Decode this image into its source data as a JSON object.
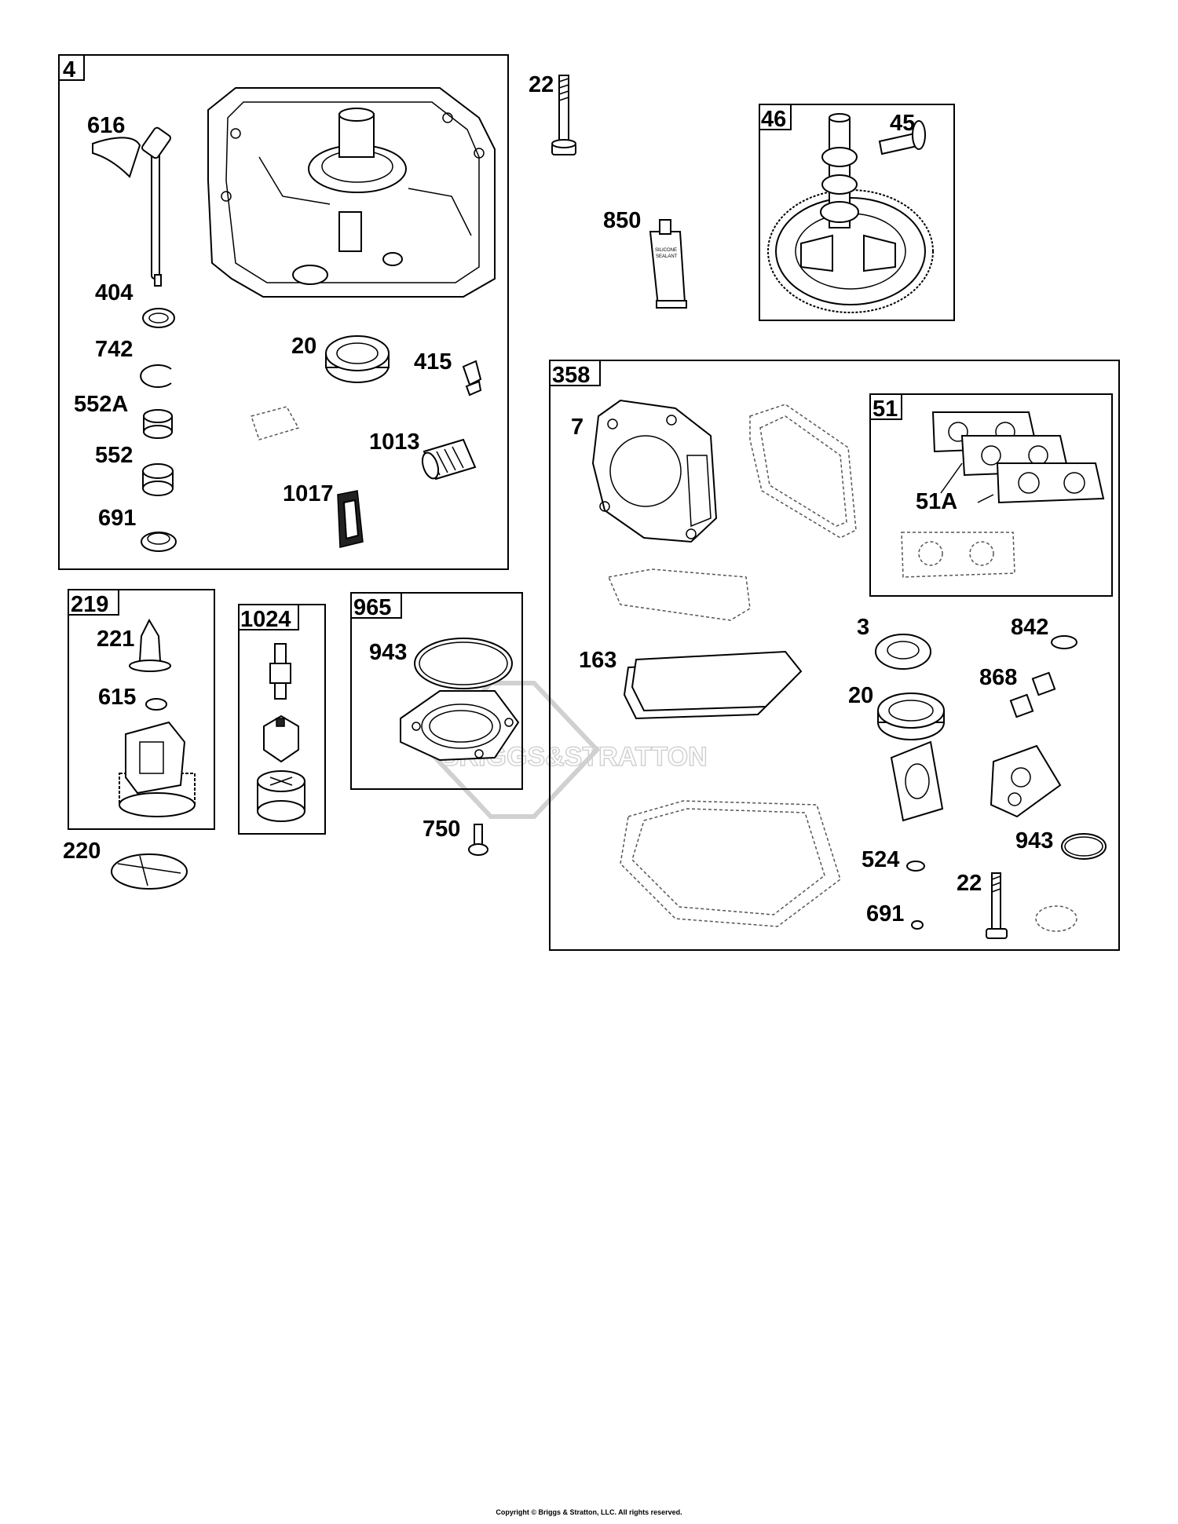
{
  "groups": {
    "g4": "4",
    "g46": "46",
    "g219": "219",
    "g1024": "1024",
    "g965": "965",
    "g358": "358",
    "g51": "51"
  },
  "labels": {
    "p616": "616",
    "p404": "404",
    "p742": "742",
    "p552A": "552A",
    "p552": "552",
    "p691a": "691",
    "p20a": "20",
    "p415": "415",
    "p1013": "1013",
    "p1017": "1017",
    "p22a": "22",
    "p850": "850",
    "p45": "45",
    "p221": "221",
    "p615": "615",
    "p220": "220",
    "p943a": "943",
    "p750": "750",
    "p7": "7",
    "p51A": "51A",
    "p3": "3",
    "p842": "842",
    "p163": "163",
    "p868": "868",
    "p20b": "20",
    "p943b": "943",
    "p524": "524",
    "p22b": "22",
    "p691b": "691"
  },
  "tube_text": [
    "SILICONE",
    "SEALANT"
  ],
  "watermark": "BRIGGS&STRATTON",
  "copyright": "Copyright © Briggs & Stratton, LLC. All rights reserved."
}
